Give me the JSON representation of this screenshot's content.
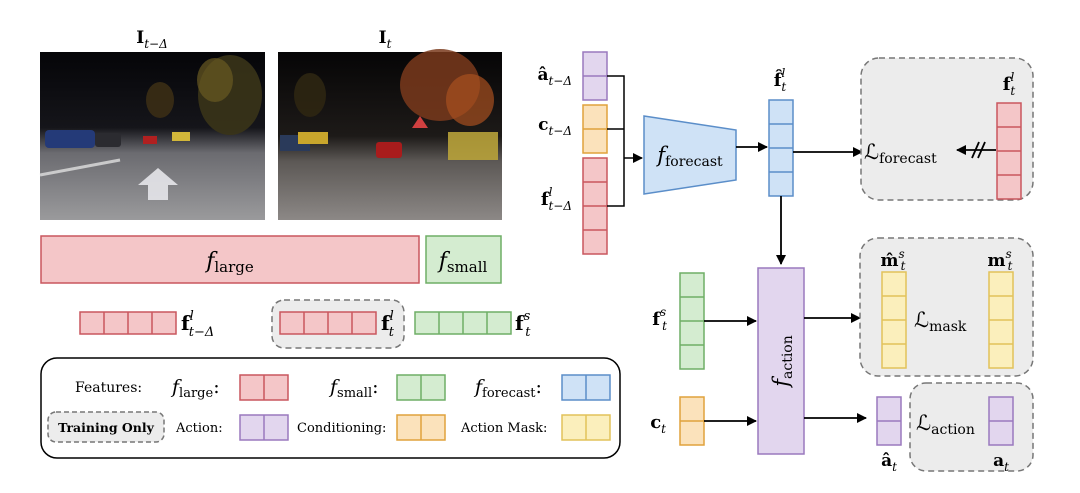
{
  "frames": {
    "prev_label": "I",
    "prev_sub": "t−Δ",
    "curr_label": "I",
    "curr_sub": "t"
  },
  "encoders": {
    "large": {
      "f": "f",
      "sub": "large"
    },
    "small": {
      "f": "f",
      "sub": "small"
    }
  },
  "feature_labels": {
    "prev_large": {
      "f": "f",
      "sup": "l",
      "sub": "t−Δ"
    },
    "curr_large": {
      "f": "f",
      "sup": "l",
      "sub": "t"
    },
    "curr_small": {
      "f": "f",
      "sup": "s",
      "sub": "t"
    }
  },
  "legend": {
    "features": "Features:",
    "large": {
      "f": "f",
      "sub": "large",
      "colon": ":"
    },
    "small": {
      "f": "f",
      "sub": "small",
      "colon": ":"
    },
    "forecast": {
      "f": "f",
      "sub": "forecast",
      "colon": ":"
    },
    "training_only": "Training Only",
    "action": "Action:",
    "conditioning": "Conditioning:",
    "action_mask": "Action Mask:"
  },
  "inputs": {
    "a_prev": {
      "sym": "â",
      "sub": "t−Δ"
    },
    "c_prev": {
      "sym": "c",
      "sub": "t−Δ"
    },
    "f_prev": {
      "sym": "f",
      "sup": "l",
      "sub": "t−Δ"
    },
    "f_small": {
      "sym": "f",
      "sup": "s",
      "sub": "t"
    },
    "c_curr": {
      "sym": "c",
      "sub": "t"
    }
  },
  "modules": {
    "forecast": {
      "f": "f",
      "sub": "forecast"
    },
    "action": {
      "f": "f",
      "sub": "action"
    }
  },
  "outputs": {
    "f_hat": {
      "sym": "f̂",
      "sup": "l",
      "sub": "t"
    },
    "f_target": {
      "sym": "f",
      "sup": "l",
      "sub": "t"
    },
    "m_hat": {
      "sym": "m̂",
      "sup": "s",
      "sub": "t"
    },
    "m_target": {
      "sym": "m",
      "sup": "s",
      "sub": "t"
    },
    "a_hat": {
      "sym": "â",
      "sub": "t"
    },
    "a_target": {
      "sym": "a",
      "sub": "t"
    }
  },
  "losses": {
    "forecast": {
      "L": "ℒ",
      "sub": "forecast"
    },
    "mask": {
      "L": "ℒ",
      "sub": "mask"
    },
    "action": {
      "L": "ℒ",
      "sub": "action"
    }
  },
  "colors": {
    "red_fill": "#f4c6c8",
    "red_stroke": "#c9575e",
    "green_fill": "#d4ecd0",
    "green_stroke": "#6fae66",
    "blue_fill": "#cfe2f6",
    "blue_stroke": "#5b8ec9",
    "purple_fill": "#e2d6ee",
    "purple_stroke": "#9a79be",
    "orange_fill": "#fbe2bb",
    "orange_stroke": "#e0a23c",
    "yellow_fill": "#fbefbc",
    "yellow_stroke": "#e2c25a",
    "gray_fill": "#ececec",
    "gray_stroke": "#777777"
  }
}
